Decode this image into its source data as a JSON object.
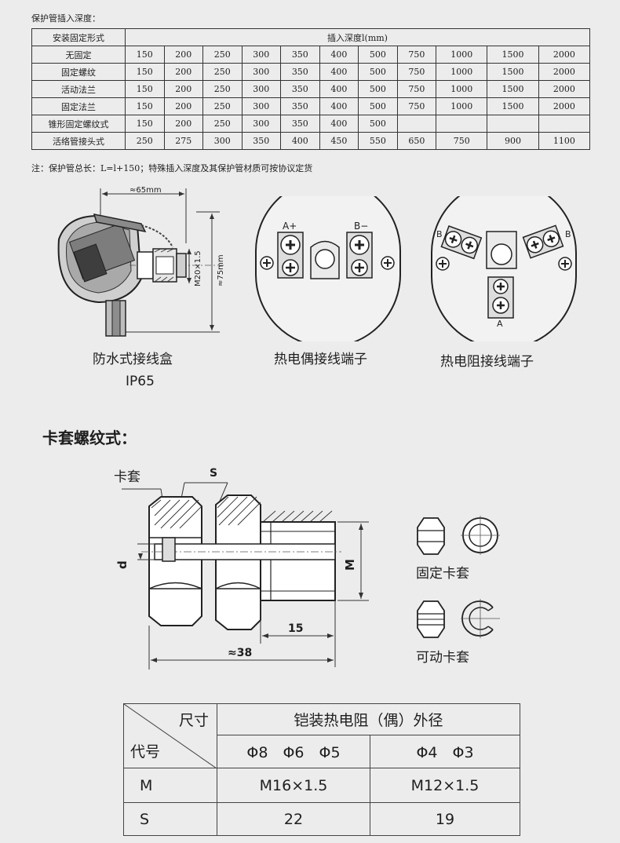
{
  "depth_table": {
    "caption": "保护管插入深度：",
    "header_left": "安装固定形式",
    "header_right": "插入深度l(mm)",
    "rows": [
      {
        "label": "无固定",
        "values": [
          "150",
          "200",
          "250",
          "300",
          "350",
          "400",
          "500",
          "750",
          "1000",
          "1500",
          "2000"
        ]
      },
      {
        "label": "固定螺纹",
        "values": [
          "150",
          "200",
          "250",
          "300",
          "350",
          "400",
          "500",
          "750",
          "1000",
          "1500",
          "2000"
        ]
      },
      {
        "label": "活动法兰",
        "values": [
          "150",
          "200",
          "250",
          "300",
          "350",
          "400",
          "500",
          "750",
          "1000",
          "1500",
          "2000"
        ]
      },
      {
        "label": "固定法兰",
        "values": [
          "150",
          "200",
          "250",
          "300",
          "350",
          "400",
          "500",
          "750",
          "1000",
          "1500",
          "2000"
        ]
      },
      {
        "label": "锥形固定螺纹式",
        "values": [
          "150",
          "200",
          "250",
          "300",
          "350",
          "400",
          "500",
          "",
          "",
          "",
          ""
        ]
      },
      {
        "label": "活络管接头式",
        "values": [
          "250",
          "275",
          "300",
          "350",
          "400",
          "450",
          "550",
          "650",
          "750",
          "900",
          "1100"
        ]
      }
    ],
    "note": "注：保护管总长：L=l+150；特殊插入深度及其保护管材质可按协议定货"
  },
  "junction_box": {
    "dim_width": "≈65mm",
    "dim_thread": "M20×1.5",
    "dim_height": "≈75mm",
    "label": "防水式接线盒",
    "rating": "IP65"
  },
  "thermocouple": {
    "label": "热电偶接线端子",
    "left_terminal": "A+",
    "right_terminal": "B−"
  },
  "rtd": {
    "label": "热电阻接线端子",
    "terminal_b_left": "B",
    "terminal_b_right": "B",
    "terminal_a": "A"
  },
  "ferrule_section": {
    "heading": "卡套螺纹式：",
    "label_ferrule": "卡套",
    "label_s": "S",
    "label_d": "d",
    "label_m": "M",
    "dim_15": "15",
    "dim_38": "≈38",
    "fixed_label": "固定卡套",
    "movable_label": "可动卡套"
  },
  "dim_table": {
    "corner_top": "尺寸",
    "corner_bottom": "代号",
    "header": "铠装热电阻（偶）外径",
    "group1": "Φ8　Φ6　Φ5",
    "group2": "Φ4　Φ3",
    "rows": [
      {
        "code": "M",
        "v1": "M16×1.5",
        "v2": "M12×1.5"
      },
      {
        "code": "S",
        "v1": "22",
        "v2": "19"
      }
    ]
  }
}
